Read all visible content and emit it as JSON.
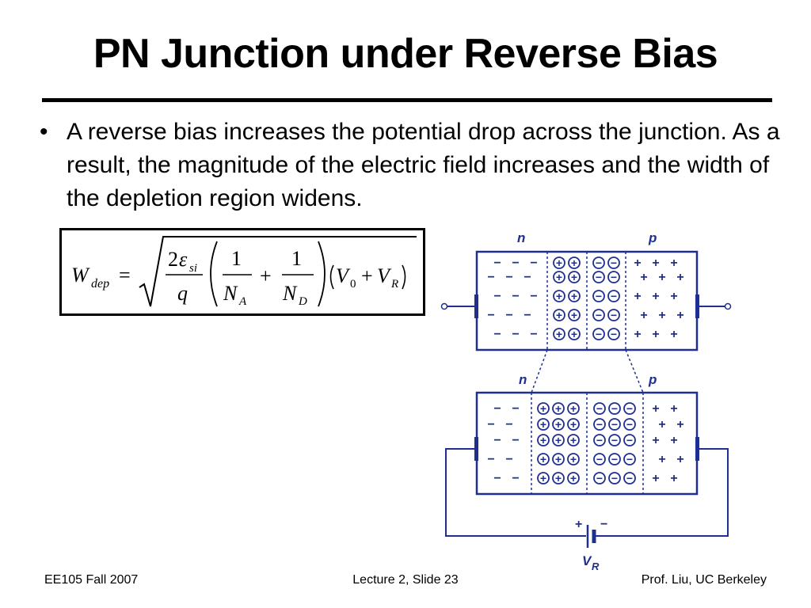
{
  "slide": {
    "title": "PN Junction under Reverse Bias",
    "bullet": "A reverse bias increases the potential drop across the junction.  As a result, the magnitude of the electric field increases and the width of the depletion region widens.",
    "bullet_symbol": "•"
  },
  "formula": {
    "lhs_symbol": "W",
    "lhs_subscript": "dep",
    "equals": "=",
    "numerator_coeff": "2",
    "epsilon": "ε",
    "epsilon_subscript": "si",
    "denominator_q": "q",
    "one_a": "1",
    "one_b": "1",
    "na_symbol": "N",
    "na_subscript": "A",
    "nd_symbol": "N",
    "nd_subscript": "D",
    "plus": "+",
    "v0_symbol": "V",
    "v0_subscript": "0",
    "plus2": "+",
    "vr_symbol": "V",
    "vr_subscript": "R"
  },
  "diagram": {
    "top_n_label": "n",
    "top_p_label": "p",
    "bottom_n_label": "n",
    "bottom_p_label": "p",
    "battery_plus": "+",
    "battery_minus": "−",
    "battery_label": "V",
    "battery_subscript": "R",
    "minus_sign": "−",
    "plus_sign": "+",
    "ion_plus": "+",
    "ion_minus": "−",
    "color": "#1f2f8f"
  },
  "footer": {
    "left": "EE105 Fall 2007",
    "center": "Lecture 2, Slide 23",
    "right": "Prof. Liu, UC Berkeley"
  }
}
